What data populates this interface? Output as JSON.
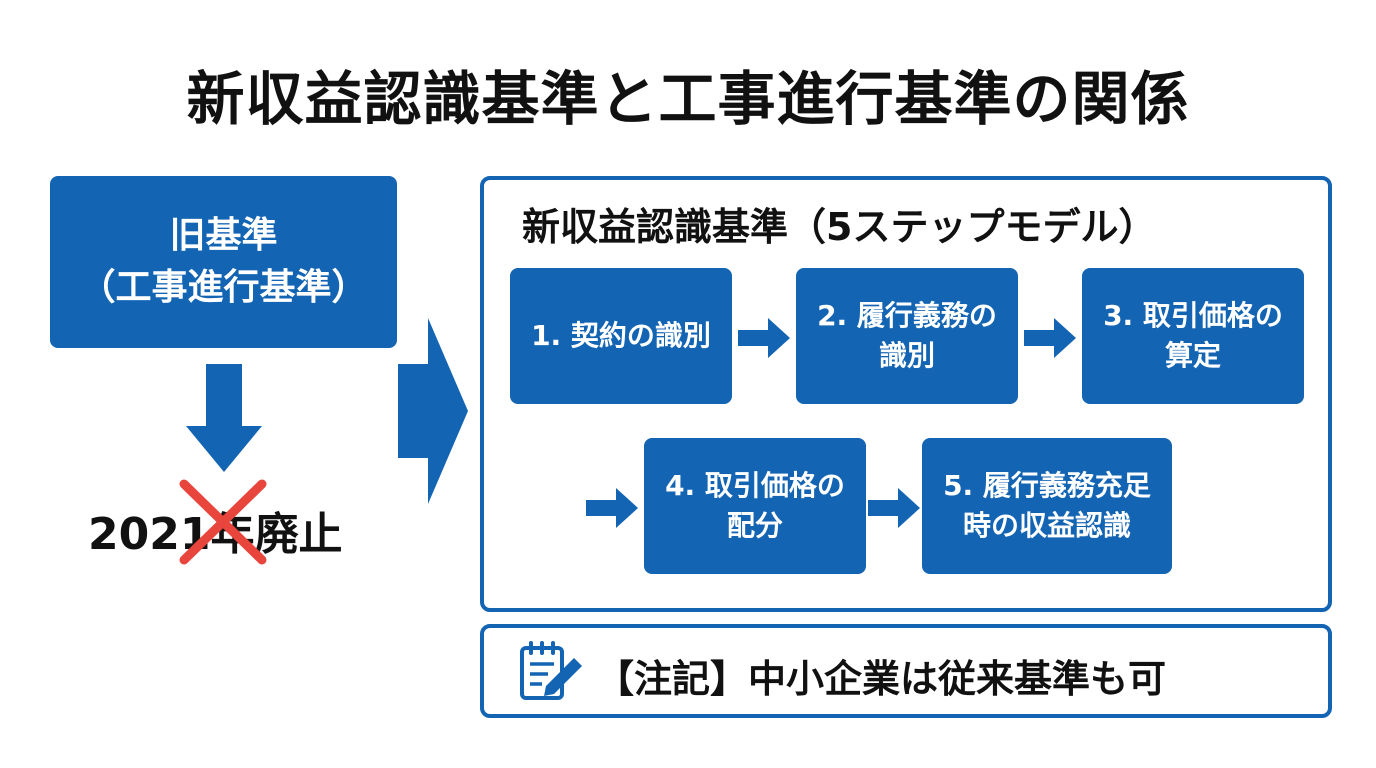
{
  "title": "新収益認識基準と工事進行基準の関係",
  "old_standard": {
    "line1": "旧基準",
    "line2": "（工事進行基準）"
  },
  "abolition": {
    "year": "2021",
    "crossed_char": "年",
    "suffix": "廃止"
  },
  "new_standard": {
    "title": "新収益認識基準（5ステップモデル）",
    "steps": [
      {
        "line1": "1. 契約の識別",
        "line2": ""
      },
      {
        "line1": "2. 履行義務の",
        "line2": "識別"
      },
      {
        "line1": "3. 取引価格の",
        "line2": "算定"
      },
      {
        "line1": "4. 取引価格の",
        "line2": "配分"
      },
      {
        "line1": "5. 履行義務充足",
        "line2": "時の収益認識"
      }
    ]
  },
  "note": {
    "text": "【注記】中小企業は従来基準も可",
    "icon": "notepad-pencil-icon"
  },
  "colors": {
    "primary_blue": "#1464b4",
    "cross_red": "#e8453c",
    "text": "#111111"
  }
}
